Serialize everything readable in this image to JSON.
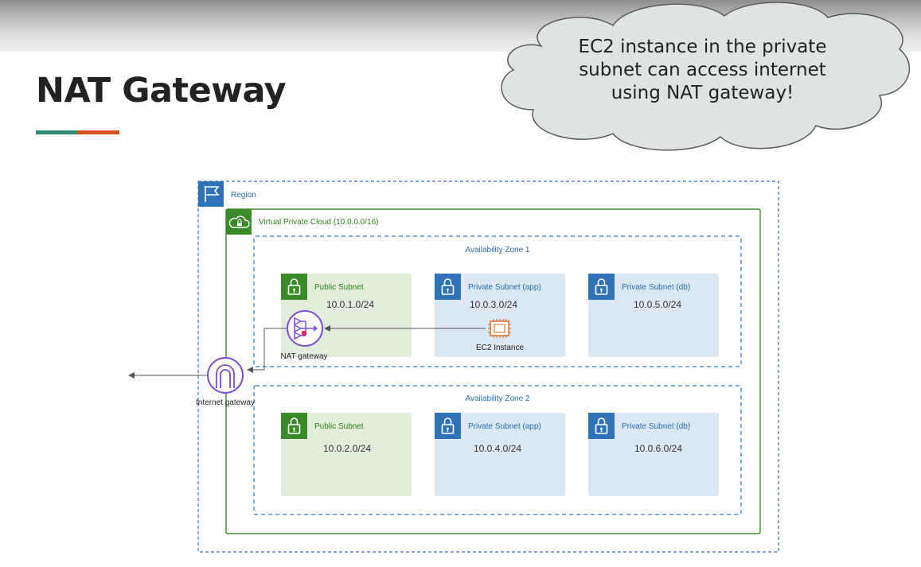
{
  "slide": {
    "title": "NAT Gateway",
    "accent_colors": [
      "#2e8b78",
      "#d9531e"
    ]
  },
  "callout": {
    "lines": [
      "EC2 instance in the private",
      "subnet can access internet",
      "using NAT gateway!"
    ],
    "fill": "#dfe3e4",
    "stroke": "#5a5a5a"
  },
  "diagram": {
    "region": {
      "label": "Region",
      "icon": "flag-icon",
      "color": "#2e73b8"
    },
    "vpc": {
      "label": "Virtual Private Cloud (10.0.0.0/16)",
      "icon": "cloud-lock-icon",
      "color": "#3a8a2a"
    },
    "availability_zones": [
      {
        "label": "Availability Zone 1",
        "subnets": [
          {
            "type": "public",
            "label": "Public Subnet",
            "cidr": "10.0.1.0/24"
          },
          {
            "type": "private",
            "label": "Private Subnet (app)",
            "cidr": "10.0.3.0/24"
          },
          {
            "type": "private",
            "label": "Private Subnet (db)",
            "cidr": "10.0.5.0/24"
          }
        ]
      },
      {
        "label": "Availability Zone 2",
        "subnets": [
          {
            "type": "public",
            "label": "Public Subnet",
            "cidr": "10.0.2.0/24"
          },
          {
            "type": "private",
            "label": "Private Subnet (app)",
            "cidr": "10.0.4.0/24"
          },
          {
            "type": "private",
            "label": "Private Subnet (db)",
            "cidr": "10.0.6.0/24"
          }
        ]
      }
    ],
    "nat_gateway": {
      "label": "NAT gateway",
      "icon": "nat-gateway-icon"
    },
    "ec2_instance": {
      "label": "EC2 Instance",
      "icon": "chip-icon"
    },
    "internet_gateway": {
      "label": "Internet gateway",
      "icon": "internet-gateway-icon"
    },
    "colors": {
      "public_fill": "#e2eedb",
      "public_text": "#2f7d1e",
      "public_icon": "#3a8a2a",
      "private_fill": "#dbe7f2",
      "private_text": "#2b6ca8",
      "private_icon": "#2e73b8",
      "gateway": "#7a4fd1",
      "ec2": "#d9661f",
      "connector": "#555555"
    }
  }
}
